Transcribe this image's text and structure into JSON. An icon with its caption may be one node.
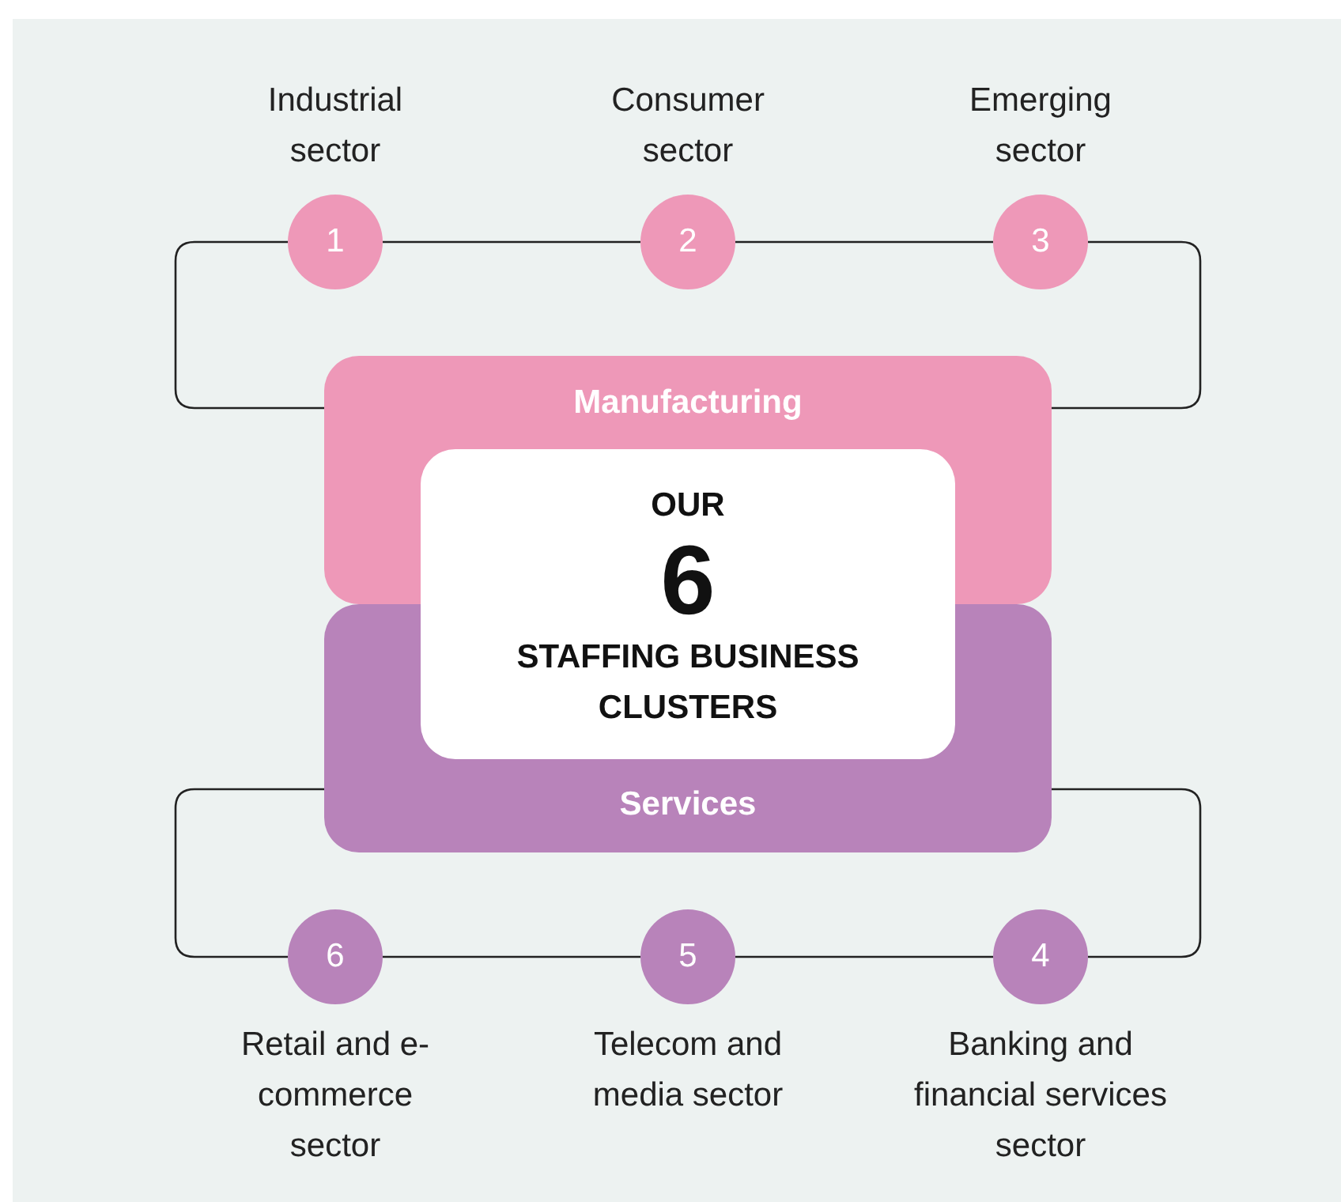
{
  "diagram": {
    "nodes": [
      {
        "text": [
          "1"
        ],
        "beside": [
          "Industrial sector"
        ]
      },
      {
        "text": [
          "2"
        ],
        "beside": [
          "Consumer sector"
        ]
      },
      {
        "text": [
          "3"
        ],
        "beside": [
          "Emerging sector"
        ]
      },
      {
        "text": [
          "Manufacturing"
        ]
      },
      {
        "text": [
          "OUR",
          "6",
          "STAFFING BUSINESS CLUSTERS"
        ]
      },
      {
        "text": [
          "Services"
        ]
      },
      {
        "text": [
          "6"
        ],
        "beside": [
          "Retail and e-commerce sector"
        ]
      },
      {
        "text": [
          "5"
        ],
        "beside": [
          "Telecom and media sector"
        ]
      },
      {
        "text": [
          "4"
        ],
        "beside": [
          "Banking and financial services sector"
        ]
      }
    ],
    "edges": [
      {
        "from": 3,
        "to": 0,
        "arrow": "none"
      },
      {
        "from": 0,
        "to": 1,
        "arrow": "none"
      },
      {
        "from": 1,
        "to": 2,
        "arrow": "none"
      },
      {
        "from": 2,
        "to": 3,
        "arrow": "none"
      },
      {
        "from": 5,
        "to": 6,
        "arrow": "none"
      },
      {
        "from": 6,
        "to": 7,
        "arrow": "none"
      },
      {
        "from": 7,
        "to": 8,
        "arrow": "none"
      },
      {
        "from": 8,
        "to": 5,
        "arrow": "none"
      }
    ]
  }
}
